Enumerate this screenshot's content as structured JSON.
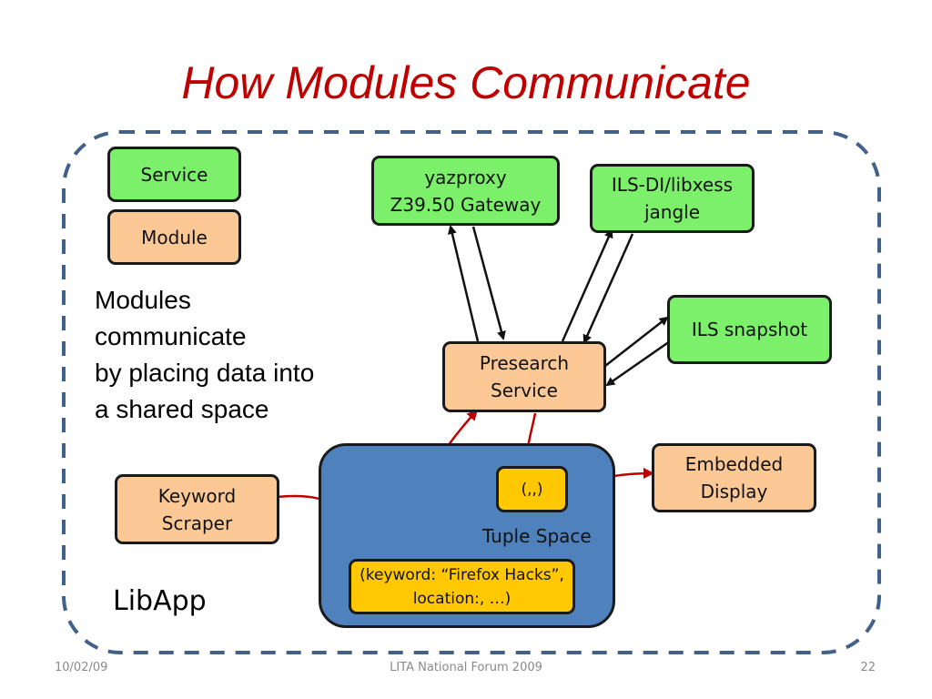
{
  "title": "How Modules Communicate",
  "legend": {
    "service": "Service",
    "module": "Module"
  },
  "nodes": {
    "yazproxy": [
      "yazproxy",
      "Z39.50 Gateway"
    ],
    "ils_di": [
      "ILS-DI/libxess",
      "jangle"
    ],
    "ils_snapshot": "ILS snapshot",
    "presearch": [
      "Presearch",
      "Service"
    ],
    "embedded": [
      "Embedded",
      "Display"
    ],
    "keyword": [
      "Keyword",
      "Scraper"
    ],
    "tuple_small": "(,,)",
    "tuple_keyword": [
      "(keyword: “Firefox Hacks”,",
      "location:, …)"
    ],
    "tuple_space": "Tuple Space"
  },
  "description": [
    "Modules",
    "communicate",
    "by placing data into",
    "a shared space"
  ],
  "libapp": "LibApp",
  "footer": {
    "date": "10/02/09",
    "event": "LITA National Forum 2009",
    "page": "22"
  },
  "colors": {
    "title": "#c00000",
    "service": "#7cf06a",
    "module": "#fcc996",
    "tuple": "#ffc800",
    "tuple_space": "#4f81bd",
    "red_arrow": "#c00000",
    "dashed_border": "#41608a"
  }
}
